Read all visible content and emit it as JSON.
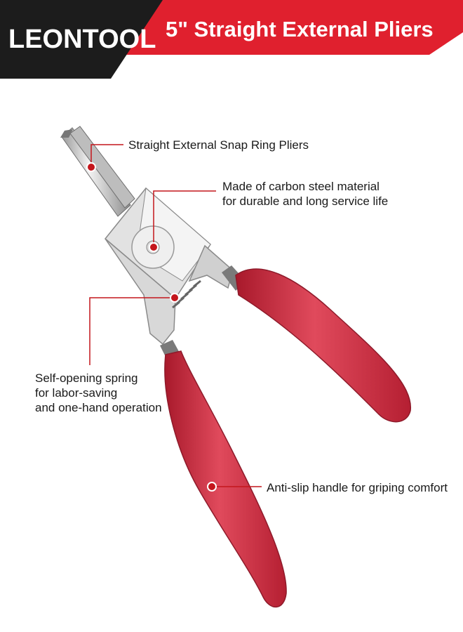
{
  "header": {
    "brand": "LEONTOOL",
    "title": "5\" Straight External Pliers"
  },
  "callouts": {
    "tip": "Straight External Snap Ring Pliers",
    "material_line1": "Made of carbon steel material",
    "material_line2": "for durable and long service life",
    "spring_line1": "Self-opening spring",
    "spring_line2": "for labor-saving",
    "spring_line3": "and one-hand operation",
    "handle": "Anti-slip handle for griping comfort"
  },
  "colors": {
    "brand_red": "#e0202e",
    "handle_red": "#d1364a",
    "dark": "#1c1c1c",
    "steel": "#d9d9d9"
  }
}
